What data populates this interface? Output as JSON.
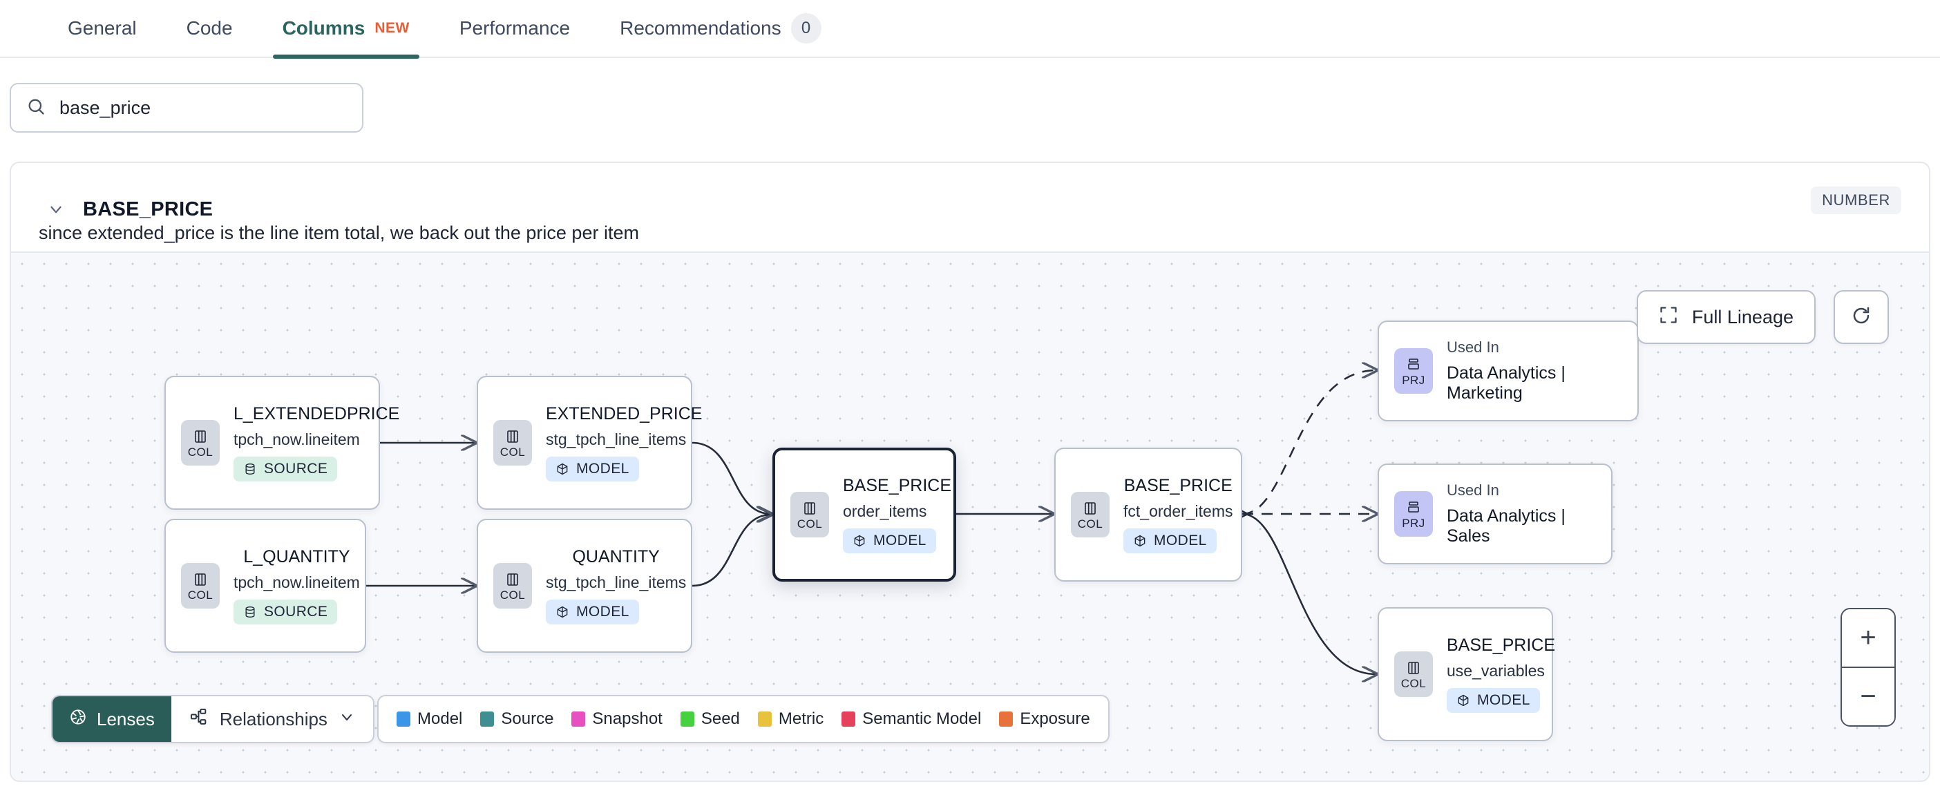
{
  "tabs": [
    {
      "label": "General",
      "active": false,
      "badge": null,
      "new": false
    },
    {
      "label": "Code",
      "active": false,
      "badge": null,
      "new": false
    },
    {
      "label": "Columns",
      "active": true,
      "badge": null,
      "new": true,
      "new_label": "NEW"
    },
    {
      "label": "Performance",
      "active": false,
      "badge": null,
      "new": false
    },
    {
      "label": "Recommendations",
      "active": false,
      "badge": "0",
      "new": false
    }
  ],
  "search": {
    "value": "base_price",
    "placeholder": "Search columns",
    "icon": "search-icon"
  },
  "column": {
    "name": "BASE_PRICE",
    "type": "NUMBER",
    "description": "since extended_price is the line item total, we back out the price per item",
    "expanded": true
  },
  "canvas_controls": {
    "full_lineage_label": "Full Lineage",
    "refresh_icon": "refresh-icon",
    "zoom_in_label": "+",
    "zoom_out_label": "−"
  },
  "bottom_bar": {
    "lenses_label": "Lenses",
    "relationships_label": "Relationships",
    "legend": [
      {
        "label": "Model",
        "color": "#3b96e8"
      },
      {
        "label": "Source",
        "color": "#3f8e92"
      },
      {
        "label": "Snapshot",
        "color": "#e84fc0"
      },
      {
        "label": "Seed",
        "color": "#46d13f"
      },
      {
        "label": "Metric",
        "color": "#e9c23c"
      },
      {
        "label": "Semantic Model",
        "color": "#e5405c"
      },
      {
        "label": "Exposure",
        "color": "#e8733a"
      }
    ]
  },
  "lineage": {
    "nodes": [
      {
        "id": "n1",
        "kind": "COL",
        "title": "L_EXTENDEDPRICE",
        "subtitle": "tpch_now.lineitem",
        "materialization": "SOURCE",
        "selected": false
      },
      {
        "id": "n2",
        "kind": "COL",
        "title": "EXTENDED_PRICE",
        "subtitle": "stg_tpch_line_items",
        "materialization": "MODEL",
        "selected": false
      },
      {
        "id": "n3",
        "kind": "COL",
        "title": "L_QUANTITY",
        "subtitle": "tpch_now.lineitem",
        "materialization": "SOURCE",
        "selected": false
      },
      {
        "id": "n4",
        "kind": "COL",
        "title": "QUANTITY",
        "subtitle": "stg_tpch_line_items",
        "materialization": "MODEL",
        "selected": false
      },
      {
        "id": "n5",
        "kind": "COL",
        "title": "BASE_PRICE",
        "subtitle": "order_items",
        "materialization": "MODEL",
        "selected": true
      },
      {
        "id": "n6",
        "kind": "COL",
        "title": "BASE_PRICE",
        "subtitle": "fct_order_items",
        "materialization": "MODEL",
        "selected": false
      },
      {
        "id": "n7",
        "kind": "PRJ",
        "title": "Used In",
        "subtitle": "Data Analytics | Marketing",
        "materialization": null,
        "selected": false
      },
      {
        "id": "n8",
        "kind": "PRJ",
        "title": "Used In",
        "subtitle": "Data Analytics | Sales",
        "materialization": null,
        "selected": false
      },
      {
        "id": "n9",
        "kind": "COL",
        "title": "BASE_PRICE",
        "subtitle": "use_variables",
        "materialization": "MODEL",
        "selected": false
      }
    ]
  }
}
